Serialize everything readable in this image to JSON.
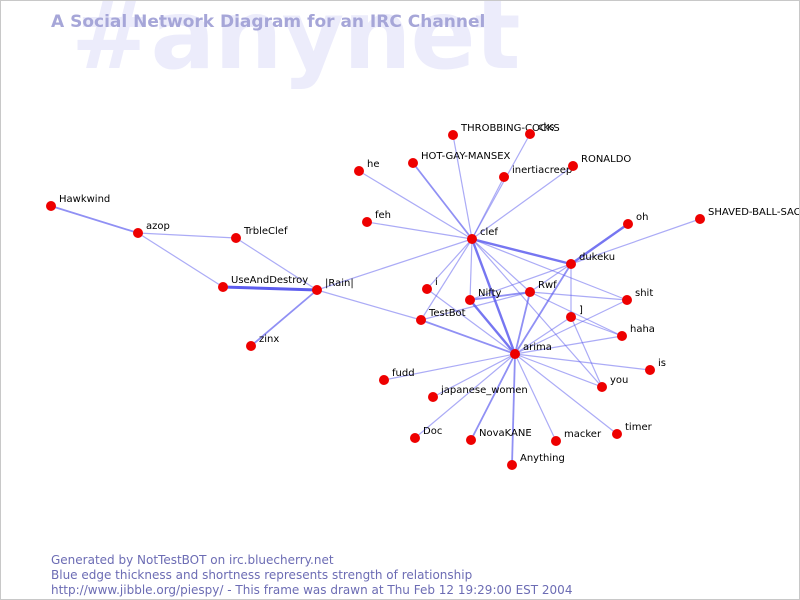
{
  "watermark": "#anynet",
  "title": "A Social Network Diagram for an IRC Channel",
  "footer": {
    "line1": "Generated by NotTestBOT on irc.bluecherry.net",
    "line2": "Blue edge thickness and shortness represents strength of relationship",
    "line3": "http://www.jibble.org/piespy/ - This frame was drawn at Thu Feb 12 19:29:00 EST 2004"
  },
  "colors": {
    "node": "#ee0000",
    "edge": "#5a5aee",
    "title": "#a6a6d8",
    "watermark": "#ececfb"
  },
  "nodes": [
    {
      "id": "hawkwind",
      "label": "Hawkwind"
    },
    {
      "id": "azop",
      "label": "azop"
    },
    {
      "id": "trbleclef",
      "label": "TrbleClef"
    },
    {
      "id": "useanddestroy",
      "label": "UseAndDestroy"
    },
    {
      "id": "rain",
      "label": "|Rain|"
    },
    {
      "id": "zinx",
      "label": "zinx"
    },
    {
      "id": "clef",
      "label": "clef"
    },
    {
      "id": "throbbing",
      "label": "THROBBING-COCKS"
    },
    {
      "id": "cks",
      "label": "cks"
    },
    {
      "id": "hotgay",
      "label": "HOT-GAY-MANSEX"
    },
    {
      "id": "he",
      "label": "he"
    },
    {
      "id": "inertia",
      "label": "inertiacreep"
    },
    {
      "id": "ronaldo",
      "label": "RONALDO"
    },
    {
      "id": "feh",
      "label": "feh"
    },
    {
      "id": "oh",
      "label": "oh"
    },
    {
      "id": "shaved",
      "label": "SHAVED-BALL-SACK"
    },
    {
      "id": "dukeku",
      "label": "dukeku"
    },
    {
      "id": "i",
      "label": "i"
    },
    {
      "id": "rwf",
      "label": "Rwf"
    },
    {
      "id": "nifty",
      "label": "Nifty"
    },
    {
      "id": "shit",
      "label": "shit"
    },
    {
      "id": "bracket",
      "label": "]"
    },
    {
      "id": "testbot",
      "label": "TestBot"
    },
    {
      "id": "haha",
      "label": "haha"
    },
    {
      "id": "arima",
      "label": "arima"
    },
    {
      "id": "is",
      "label": "is"
    },
    {
      "id": "you",
      "label": "you"
    },
    {
      "id": "fudd",
      "label": "fudd"
    },
    {
      "id": "japanese",
      "label": "japanese_women"
    },
    {
      "id": "doc",
      "label": "Doc"
    },
    {
      "id": "novakane",
      "label": "NovaKANE"
    },
    {
      "id": "macker",
      "label": "macker"
    },
    {
      "id": "timer",
      "label": "timer"
    },
    {
      "id": "anything",
      "label": "Anything"
    }
  ],
  "edges": [
    {
      "from": "hawkwind",
      "to": "azop",
      "weight": 2
    },
    {
      "from": "azop",
      "to": "trbleclef",
      "weight": 1
    },
    {
      "from": "azop",
      "to": "useanddestroy",
      "weight": 1
    },
    {
      "from": "trbleclef",
      "to": "rain",
      "weight": 1
    },
    {
      "from": "useanddestroy",
      "to": "rain",
      "weight": 4
    },
    {
      "from": "rain",
      "to": "zinx",
      "weight": 2
    },
    {
      "from": "rain",
      "to": "clef",
      "weight": 1
    },
    {
      "from": "rain",
      "to": "testbot",
      "weight": 1
    },
    {
      "from": "clef",
      "to": "throbbing",
      "weight": 1
    },
    {
      "from": "clef",
      "to": "cks",
      "weight": 1
    },
    {
      "from": "clef",
      "to": "hotgay",
      "weight": 2
    },
    {
      "from": "clef",
      "to": "he",
      "weight": 1
    },
    {
      "from": "clef",
      "to": "inertia",
      "weight": 1
    },
    {
      "from": "clef",
      "to": "ronaldo",
      "weight": 1
    },
    {
      "from": "clef",
      "to": "feh",
      "weight": 1
    },
    {
      "from": "clef",
      "to": "dukeku",
      "weight": 3
    },
    {
      "from": "clef",
      "to": "i",
      "weight": 1
    },
    {
      "from": "clef",
      "to": "nifty",
      "weight": 1
    },
    {
      "from": "clef",
      "to": "testbot",
      "weight": 1
    },
    {
      "from": "clef",
      "to": "arima",
      "weight": 3
    },
    {
      "from": "clef",
      "to": "rwf",
      "weight": 1
    },
    {
      "from": "clef",
      "to": "shit",
      "weight": 1
    },
    {
      "from": "clef",
      "to": "you",
      "weight": 1
    },
    {
      "from": "dukeku",
      "to": "oh",
      "weight": 3
    },
    {
      "from": "dukeku",
      "to": "shaved",
      "weight": 1
    },
    {
      "from": "dukeku",
      "to": "arima",
      "weight": 2
    },
    {
      "from": "dukeku",
      "to": "rwf",
      "weight": 1
    },
    {
      "from": "dukeku",
      "to": "nifty",
      "weight": 1
    },
    {
      "from": "dukeku",
      "to": "bracket",
      "weight": 1
    },
    {
      "from": "rwf",
      "to": "arima",
      "weight": 2
    },
    {
      "from": "rwf",
      "to": "nifty",
      "weight": 2
    },
    {
      "from": "rwf",
      "to": "shit",
      "weight": 1
    },
    {
      "from": "rwf",
      "to": "haha",
      "weight": 1
    },
    {
      "from": "rwf",
      "to": "testbot",
      "weight": 1
    },
    {
      "from": "bracket",
      "to": "arima",
      "weight": 1
    },
    {
      "from": "bracket",
      "to": "you",
      "weight": 1
    },
    {
      "from": "bracket",
      "to": "haha",
      "weight": 1
    },
    {
      "from": "nifty",
      "to": "arima",
      "weight": 3
    },
    {
      "from": "testbot",
      "to": "arima",
      "weight": 2
    },
    {
      "from": "i",
      "to": "arima",
      "weight": 1
    },
    {
      "from": "arima",
      "to": "shit",
      "weight": 1
    },
    {
      "from": "arima",
      "to": "haha",
      "weight": 1
    },
    {
      "from": "arima",
      "to": "is",
      "weight": 1
    },
    {
      "from": "arima",
      "to": "you",
      "weight": 1
    },
    {
      "from": "arima",
      "to": "fudd",
      "weight": 1
    },
    {
      "from": "arima",
      "to": "japanese",
      "weight": 1
    },
    {
      "from": "arima",
      "to": "doc",
      "weight": 1
    },
    {
      "from": "arima",
      "to": "novakane",
      "weight": 2
    },
    {
      "from": "arima",
      "to": "macker",
      "weight": 1
    },
    {
      "from": "arima",
      "to": "timer",
      "weight": 1
    },
    {
      "from": "arima",
      "to": "anything",
      "weight": 2
    }
  ]
}
